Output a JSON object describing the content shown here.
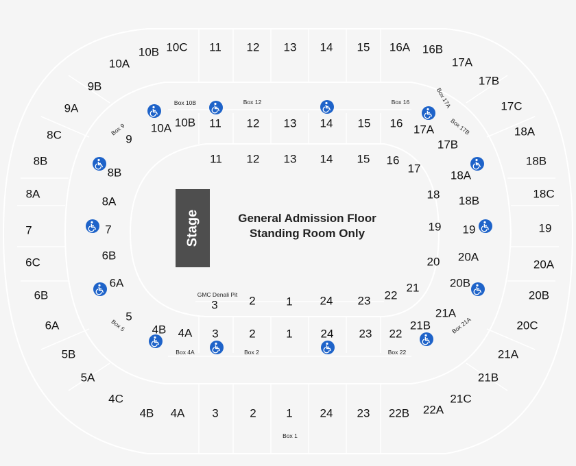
{
  "stage": {
    "label": "Stage"
  },
  "floor": {
    "line1": "General Admission Floor",
    "line2": "Standing Room Only"
  },
  "icon": "wheelchair-icon",
  "colors": {
    "background": "#f5f5f5",
    "lines": "#ffffff",
    "stage": "#4e4e4e",
    "ada": "#1e63c9"
  },
  "sections": {
    "upper": [
      "10B",
      "10C",
      "11",
      "12",
      "13",
      "14",
      "15",
      "16A",
      "16B",
      "10A",
      "17A",
      "9B",
      "17B",
      "9A",
      "17C",
      "8C",
      "18A",
      "8B",
      "18B",
      "8A",
      "18C",
      "7",
      "19",
      "6C",
      "20A",
      "6B",
      "20B",
      "6A",
      "20C",
      "5B",
      "21A",
      "5A",
      "21B",
      "4C",
      "21C",
      "4B",
      "4A",
      "3",
      "2",
      "1",
      "24",
      "23",
      "22B",
      "22A"
    ],
    "middle": [
      "10A",
      "10B",
      "11",
      "12",
      "13",
      "14",
      "15",
      "16",
      "17A",
      "17B",
      "9",
      "8B",
      "8A",
      "7",
      "6B",
      "6A",
      "5",
      "4B",
      "4A",
      "3",
      "2",
      "1",
      "24",
      "23",
      "22",
      "21B",
      "21A",
      "11",
      "12",
      "13",
      "14",
      "15",
      "16",
      "17",
      "18A",
      "18",
      "18B",
      "19",
      "19",
      "20",
      "20A",
      "20B",
      "21",
      "3",
      "2",
      "1",
      "24",
      "23",
      "22"
    ]
  },
  "boxes": [
    "Box 10B",
    "Box 12",
    "Box 16",
    "Box 17A",
    "Box 17B",
    "Box 9",
    "Box 5",
    "Box 4A",
    "Box 2",
    "Box 22",
    "Box 21A",
    "GMC Denali Pit",
    "Box 1"
  ]
}
